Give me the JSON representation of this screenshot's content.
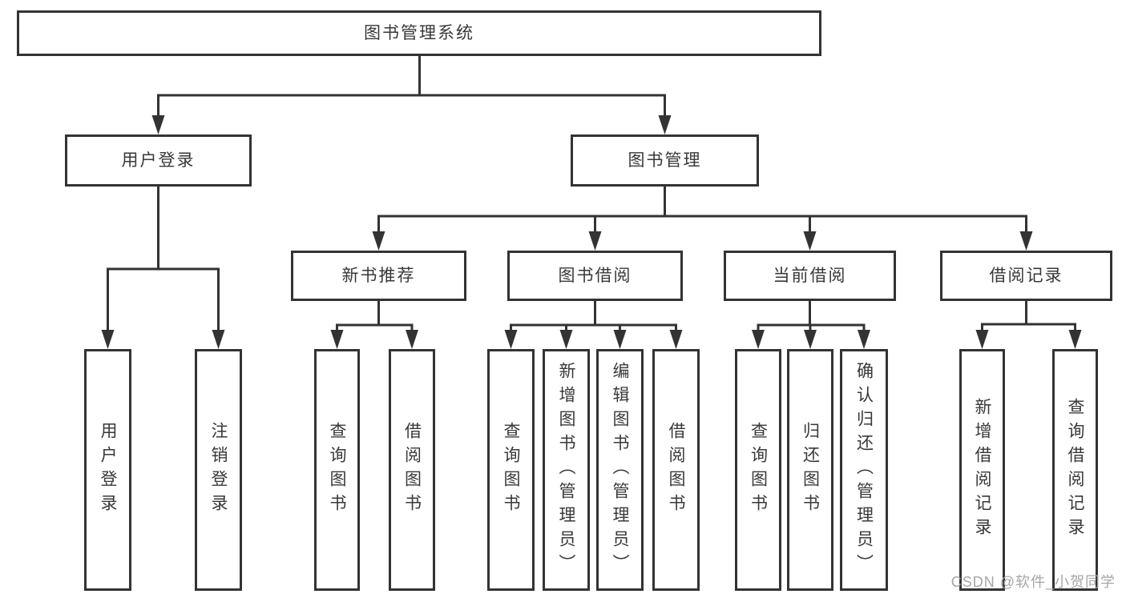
{
  "diagram": {
    "tree": {
      "label": "图书管理系统",
      "children": [
        {
          "label": "用户登录",
          "children": [
            {
              "label": "用户登录"
            },
            {
              "label": "注销登录"
            }
          ]
        },
        {
          "label": "图书管理",
          "children": [
            {
              "label": "新书推荐",
              "children": [
                {
                  "label": "查询图书"
                },
                {
                  "label": "借阅图书"
                }
              ]
            },
            {
              "label": "图书借阅",
              "children": [
                {
                  "label": "查询图书"
                },
                {
                  "label": "新增图书（管理员）"
                },
                {
                  "label": "编辑图书（管理员）"
                },
                {
                  "label": "借阅图书"
                }
              ]
            },
            {
              "label": "当前借阅",
              "children": [
                {
                  "label": "查询图书"
                },
                {
                  "label": "归还图书"
                },
                {
                  "label": "确认归还（管理员）"
                }
              ]
            },
            {
              "label": "借阅记录",
              "children": [
                {
                  "label": "新增借阅记录"
                },
                {
                  "label": "查询借阅记录"
                }
              ]
            }
          ]
        }
      ]
    },
    "watermark": "CSDN @软件_小贺同学",
    "colors": {
      "line": "#333333",
      "text": "#383838",
      "box_background": "#ffffff",
      "watermark": "#a6a6a6"
    }
  }
}
